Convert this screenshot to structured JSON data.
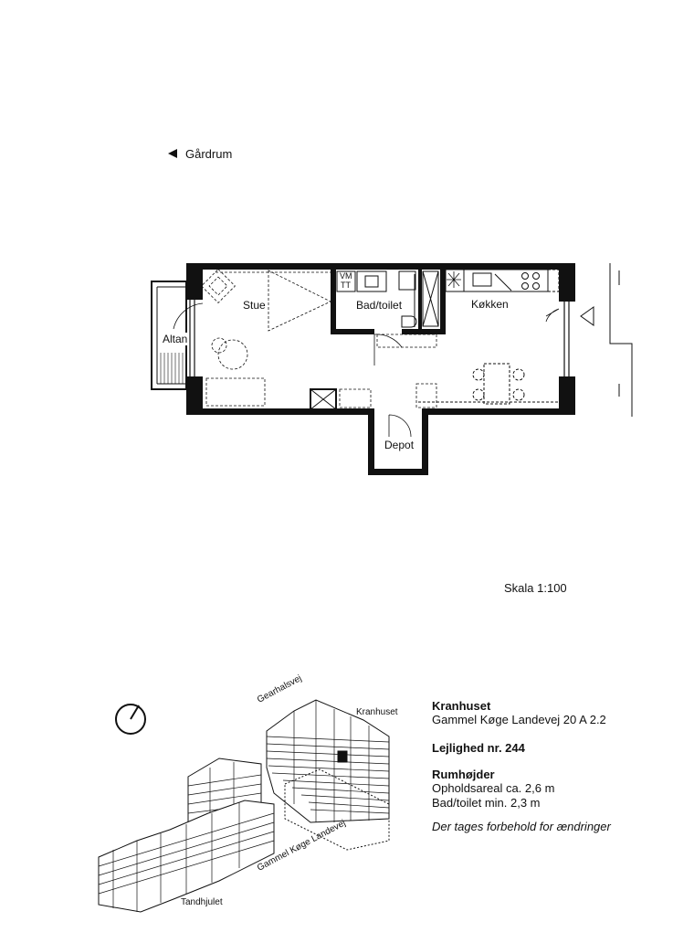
{
  "orientation": {
    "label": "Gårdrum",
    "arrow_icon": "triangle-left-icon"
  },
  "rooms": {
    "stue": "Stue",
    "bad": "Bad/toilet",
    "kokken": "Køkken",
    "altan": "Altan",
    "depot": "Depot"
  },
  "fixtures": {
    "vm": "VM",
    "tt": "TT"
  },
  "scale": "Skala 1:100",
  "site_map": {
    "streets": [
      "Gearhalsvej",
      "Gammel Køge Landevej"
    ],
    "buildings": [
      "Kranhuset",
      "Tandhjulet"
    ],
    "compass_icon": "north-compass-icon"
  },
  "info": {
    "building_name": "Kranhuset",
    "address": "Gammel Køge Landevej 20 A 2.2",
    "apartment": "Lejlighed nr. 244",
    "heights_title": "Rumhøjder",
    "height_living": "Opholdsareal ca. 2,6 m",
    "height_bath": "Bad/toilet min. 2,3 m",
    "disclaimer": "Der tages forbehold for ændringer"
  }
}
